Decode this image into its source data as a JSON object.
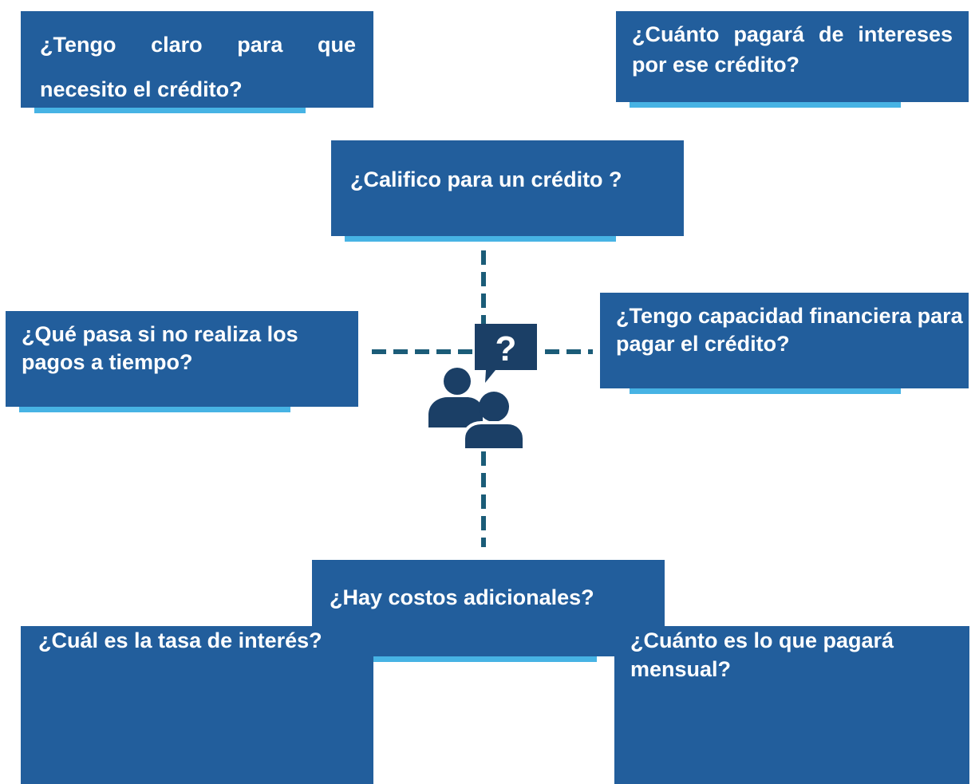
{
  "questions": {
    "purpose": "¿Tengo claro para que necesito el crédito?",
    "interest_total": "¿Cuánto pagará de intereses por ese crédito?",
    "qualify": "¿Califico para un crédito ?",
    "late_payment": "¿Qué pasa si no realiza los pagos a tiempo?",
    "capacity": "¿Tengo capacidad financiera para pagar el crédito?",
    "extra_costs": "¿Hay costos adicionales?",
    "rate": "¿Cuál es la tasa de interés?",
    "monthly": "¿Cuánto es lo que pagará mensual?"
  },
  "center_icon": {
    "name": "people-question-icon",
    "glyph": "?"
  },
  "colors": {
    "box": "#225e9c",
    "underline": "#47b3e4",
    "connector": "#1b5c78",
    "icon": "#1b3f66"
  }
}
